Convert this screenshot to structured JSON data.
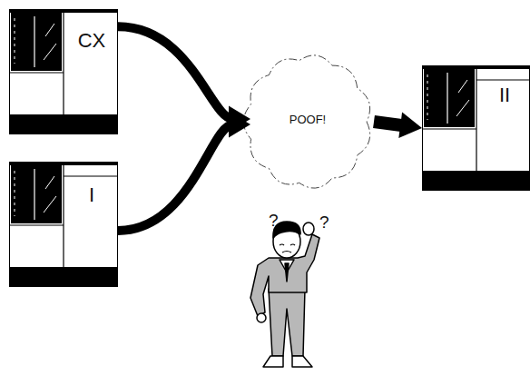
{
  "diagram": {
    "nodes": [
      {
        "text": [
          "CX"
        ]
      },
      {
        "text": [
          "I"
        ]
      },
      {
        "text": [
          "POOF!"
        ]
      },
      {
        "text": [
          "II"
        ]
      }
    ],
    "edges": [
      {
        "from": 0,
        "to": 2,
        "arrow": "to"
      },
      {
        "from": 1,
        "to": 2,
        "arrow": "to"
      },
      {
        "from": 2,
        "to": 3,
        "arrow": "to"
      }
    ],
    "labels": [
      "?",
      "?"
    ]
  }
}
